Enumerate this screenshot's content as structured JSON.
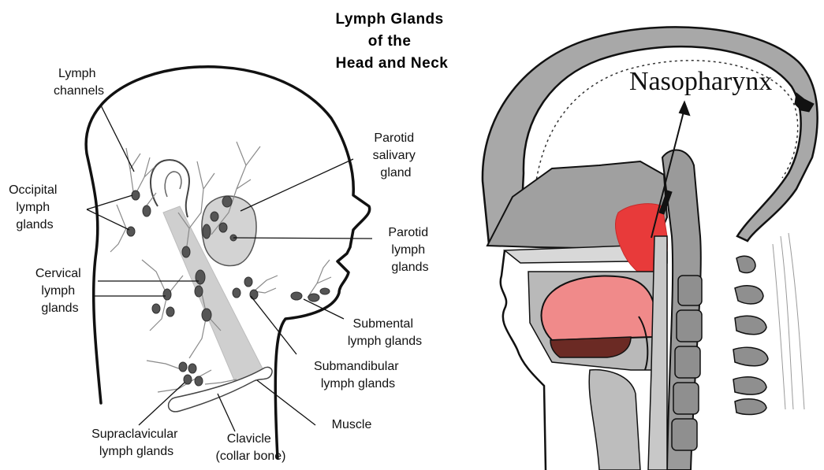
{
  "left_figure": {
    "title": [
      "Lymph Glands",
      "of the",
      "Head and Neck"
    ],
    "labels": {
      "lymph_channels": [
        "Lymph",
        "channels"
      ],
      "occipital": [
        "Occipital",
        "lymph",
        "glands"
      ],
      "cervical": [
        "Cervical",
        "lymph",
        "glands"
      ],
      "parotid_salivary": [
        "Parotid",
        "salivary",
        "gland"
      ],
      "parotid_lymph": [
        "Parotid",
        "lymph",
        "glands"
      ],
      "submental": [
        "Submental",
        "lymph glands"
      ],
      "submandibular": [
        "Submandibular",
        "lymph glands"
      ],
      "muscle": [
        "Muscle"
      ],
      "supraclavicular": [
        "Supraclavicular",
        "lymph glands"
      ],
      "clavicle": [
        "Clavicle",
        "(collar bone)"
      ]
    }
  },
  "right_figure": {
    "label": "Nasopharynx",
    "colors": {
      "tumor": "#e83a3a",
      "tongue": "#f08a8a",
      "floor": "#6b2a24",
      "tissue": "#8f8f8f"
    }
  }
}
